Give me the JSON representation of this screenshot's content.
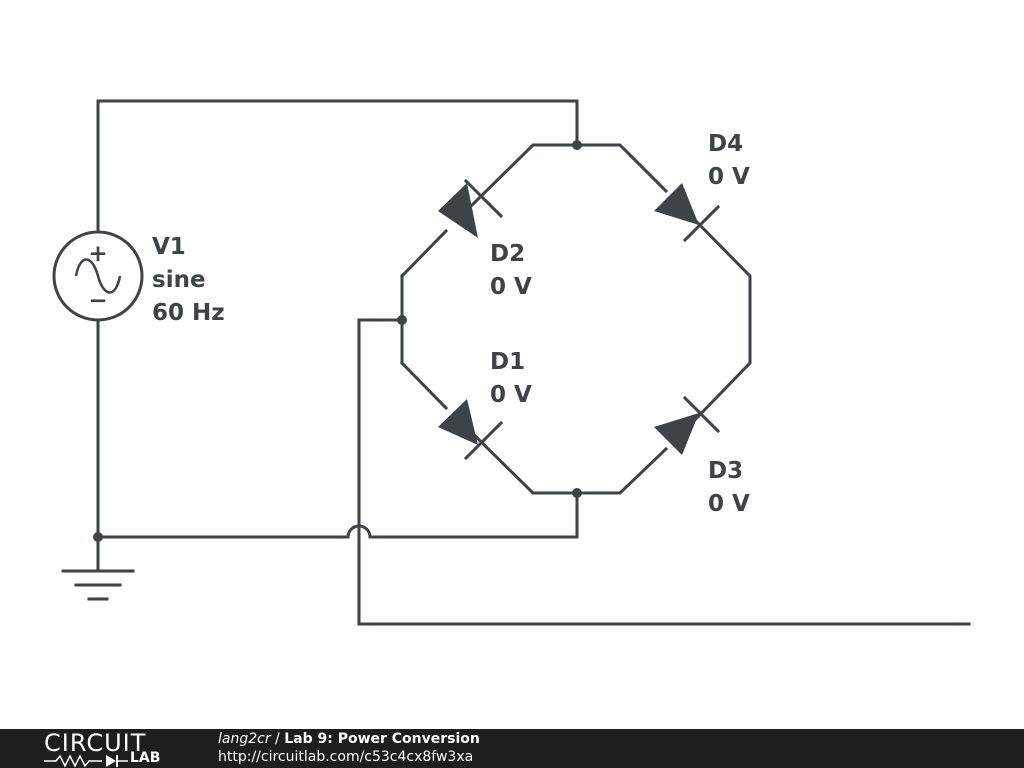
{
  "schematic": {
    "source": {
      "name": "V1",
      "type": "sine",
      "frequency": "60 Hz",
      "plus_sign": "+",
      "minus_sign": "−"
    },
    "diodes": [
      {
        "name": "D1",
        "voltage": "0 V"
      },
      {
        "name": "D2",
        "voltage": "0 V"
      },
      {
        "name": "D3",
        "voltage": "0 V"
      },
      {
        "name": "D4",
        "voltage": "0 V"
      }
    ]
  },
  "footer": {
    "logo_top": "CIRCUIT",
    "logo_bottom": "LAB",
    "author": "lang2cr",
    "separator": " / ",
    "title": "Lab 9: Power Conversion",
    "url": "http://circuitlab.com/c53c4cx8fw3xa"
  },
  "colors": {
    "wire": "#3d4347",
    "footer_bg": "#1e1e1e",
    "footer_text": "#ffffff"
  }
}
